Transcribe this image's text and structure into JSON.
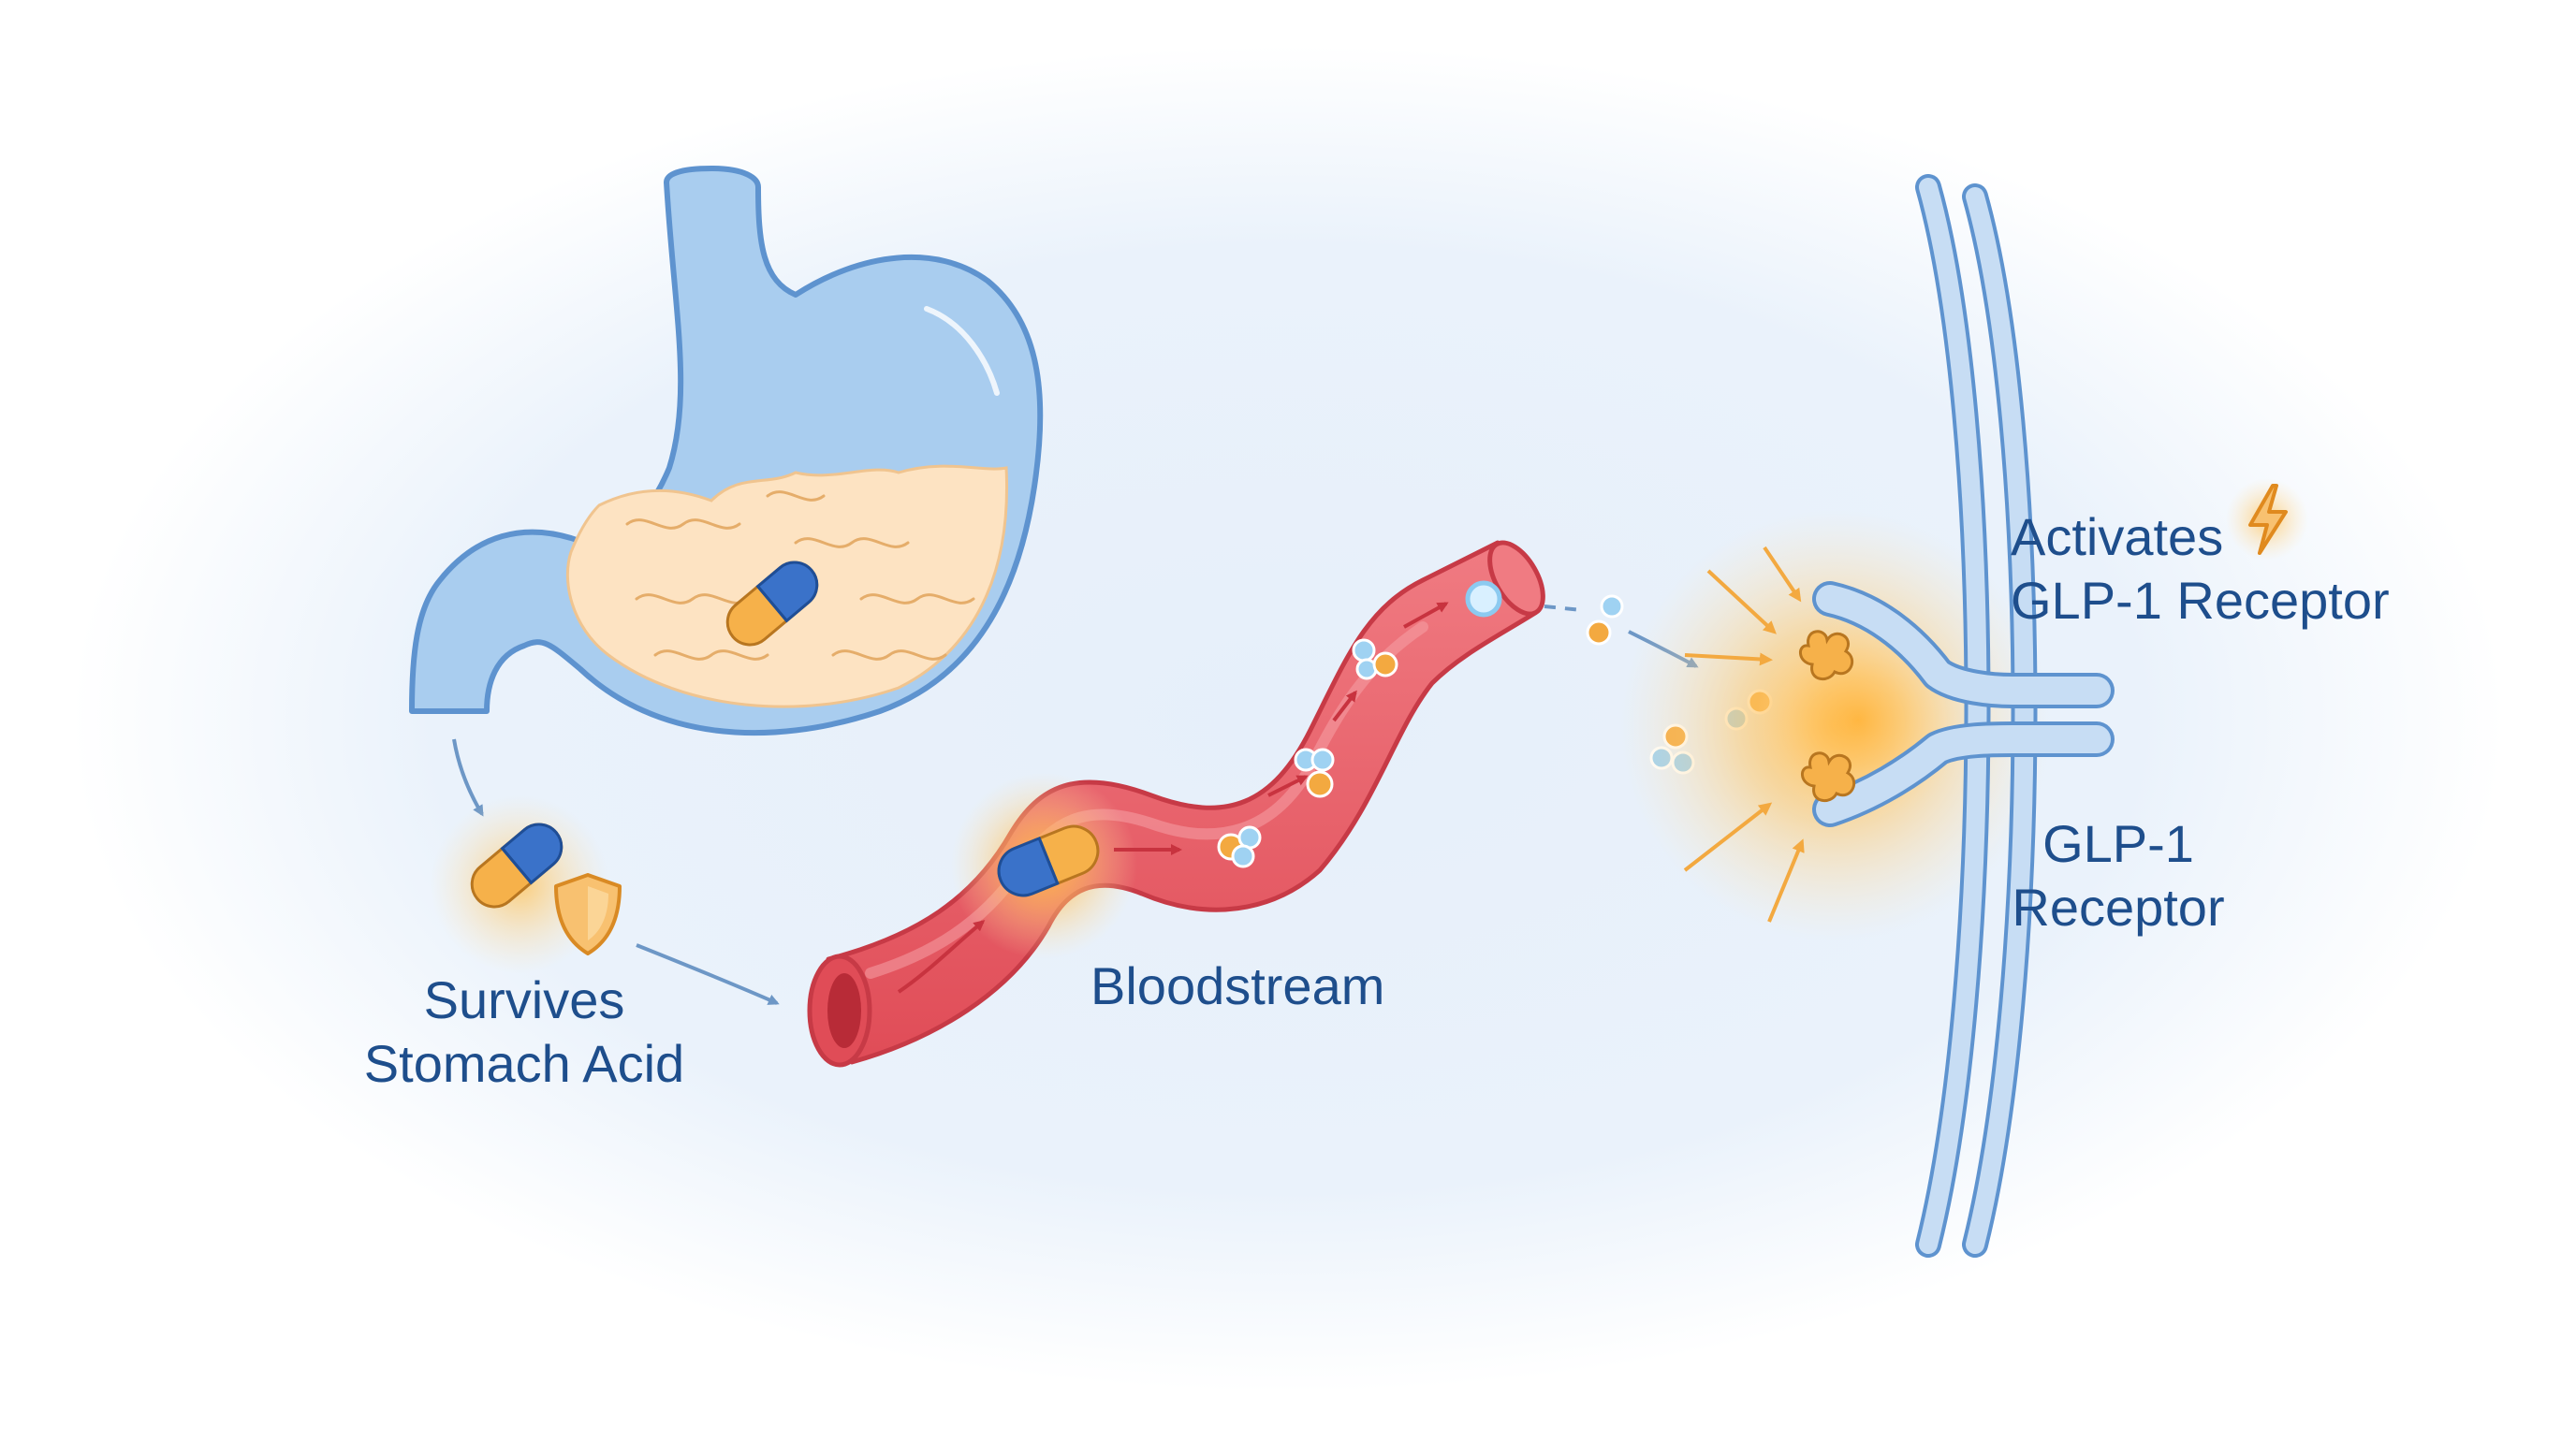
{
  "labels": {
    "survives": [
      "Survives",
      "Stomach Acid"
    ],
    "bloodstream": "Bloodstream",
    "activates": [
      "Activates",
      "GLP-1 Receptor"
    ],
    "receptor": [
      "GLP-1",
      "Receptor"
    ]
  },
  "colors": {
    "text": "#1e4e8c",
    "organ_blue": "#a9cdef",
    "organ_outline": "#5e93cf",
    "stomach_contents": "#fde3c2",
    "vessel_red": "#e8555f",
    "vessel_light": "#f28a8f",
    "capsule_blue": "#3a72c9",
    "capsule_orange": "#f6b14a",
    "glow_orange": "#ffb640",
    "molecule_blue": "#9fd2f2",
    "molecule_orange": "#f3a940",
    "arrow_blue": "#6d97c6",
    "arrow_red": "#c8333f"
  },
  "icons": [
    "shield-icon",
    "lightning-icon",
    "capsule-icon",
    "molecule-icon"
  ]
}
